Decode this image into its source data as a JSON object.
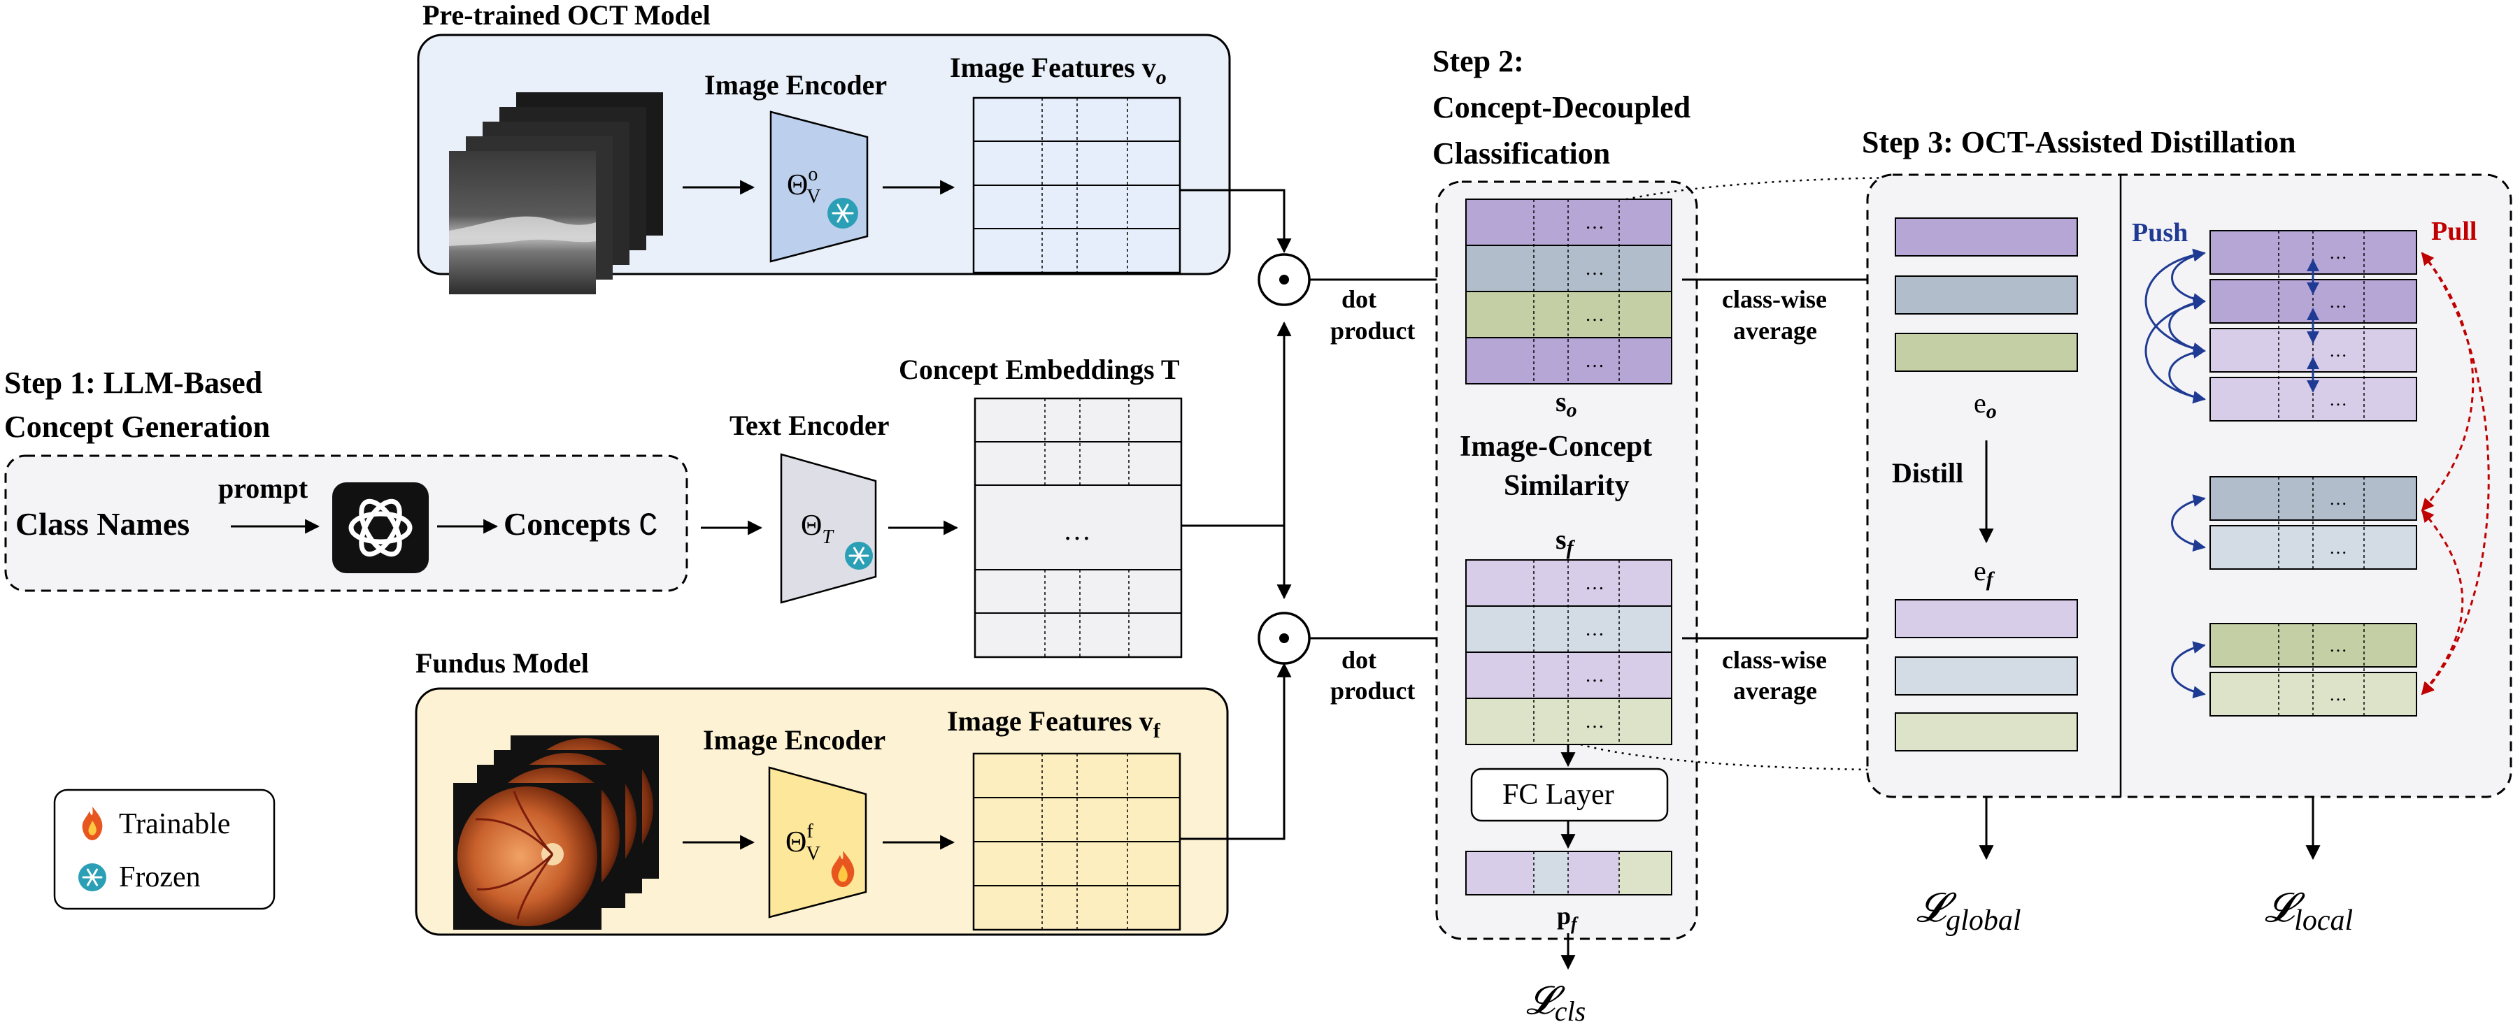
{
  "step1": {
    "title_line1": "Step 1: LLM-Based",
    "title_line2": "Concept Generation",
    "class_names": "Class Names",
    "prompt": "prompt",
    "concepts": "Concepts",
    "concepts_symbol": "C",
    "llm_icon": "openai-logo-icon"
  },
  "oct_model": {
    "title": "Pre-trained OCT Model",
    "encoder_label": "Image Encoder",
    "encoder_symbol": "Θ",
    "encoder_sub": "V",
    "encoder_sup": "o",
    "features_label": "Image Features v",
    "features_sub": "o",
    "state_icon": "snowflake-icon"
  },
  "text_branch": {
    "encoder_label": "Text Encoder",
    "encoder_symbol": "Θ",
    "encoder_sub": "T",
    "embeddings_label": "Concept Embeddings T",
    "ellipsis": "…",
    "state_icon": "snowflake-icon"
  },
  "fundus_model": {
    "title": "Fundus Model",
    "encoder_label": "Image Encoder",
    "encoder_symbol": "Θ",
    "encoder_sub": "V",
    "encoder_sup": "f",
    "features_label": "Image Features v",
    "features_sub": "f",
    "state_icon": "flame-icon"
  },
  "legend": {
    "trainable": "Trainable",
    "frozen": "Frozen"
  },
  "dot_product": {
    "line1": "dot",
    "line2": "product",
    "operator": "⊙"
  },
  "step2": {
    "title_line1": "Step 2:",
    "title_line2": "Concept-Decoupled",
    "title_line3": "Classification",
    "so_label": "s",
    "so_sub": "o",
    "similarity_line1": "Image-Concept",
    "similarity_line2": "Similarity",
    "sf_label": "s",
    "sf_sub": "f",
    "fc_layer": "FC Layer",
    "pf_label": "p",
    "pf_sub": "f",
    "loss_cls": "𝓛",
    "loss_cls_sub": "cls",
    "ellipsis": "…"
  },
  "classwise": {
    "line1": "class-wise",
    "line2": "average"
  },
  "step3": {
    "title": "Step 3: OCT-Assisted Distillation",
    "eo_label": "e",
    "eo_sub": "o",
    "distill": "Distill",
    "ef_label": "e",
    "ef_sub": "f",
    "push": "Push",
    "pull": "Pull",
    "loss_global": "𝓛",
    "loss_global_sub": "global",
    "loss_local": "𝓛",
    "loss_local_sub": "local",
    "ellipsis": "…"
  },
  "colors": {
    "oct_panel_bg": "#eaf0f9",
    "fundus_panel_bg": "#fdf3d4",
    "oct_encoder": "#bcd0ee",
    "text_encoder": "#dedfe6",
    "fundus_encoder": "#fde79a",
    "oct_grid": "#e6eefb",
    "fundus_grid": "#fdeec0",
    "embed_grid": "#f1f1f4",
    "purple": "#b6a6d6",
    "slate": "#b1bdcb",
    "olive": "#c4cfa5",
    "purple_light": "#d8cde9",
    "slate_light": "#d3dbe5",
    "olive_light": "#dde3c9",
    "push": "#1f3a93",
    "pull": "#c00000"
  }
}
